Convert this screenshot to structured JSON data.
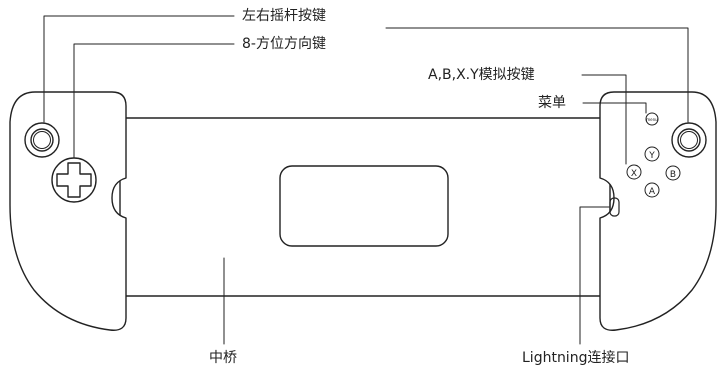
{
  "labels": {
    "sticks": "左右摇杆按键",
    "dpad": "8-方位方向键",
    "abxy": "A,B,X.Y模拟按键",
    "menu": "菜单",
    "bridge": "中桥",
    "lightning": "Lightning连接口"
  },
  "buttons": {
    "y": "Y",
    "x": "X",
    "b": "B",
    "a": "A",
    "menu": "menu"
  },
  "colors": {
    "stroke": "#222222",
    "background": "#ffffff"
  }
}
